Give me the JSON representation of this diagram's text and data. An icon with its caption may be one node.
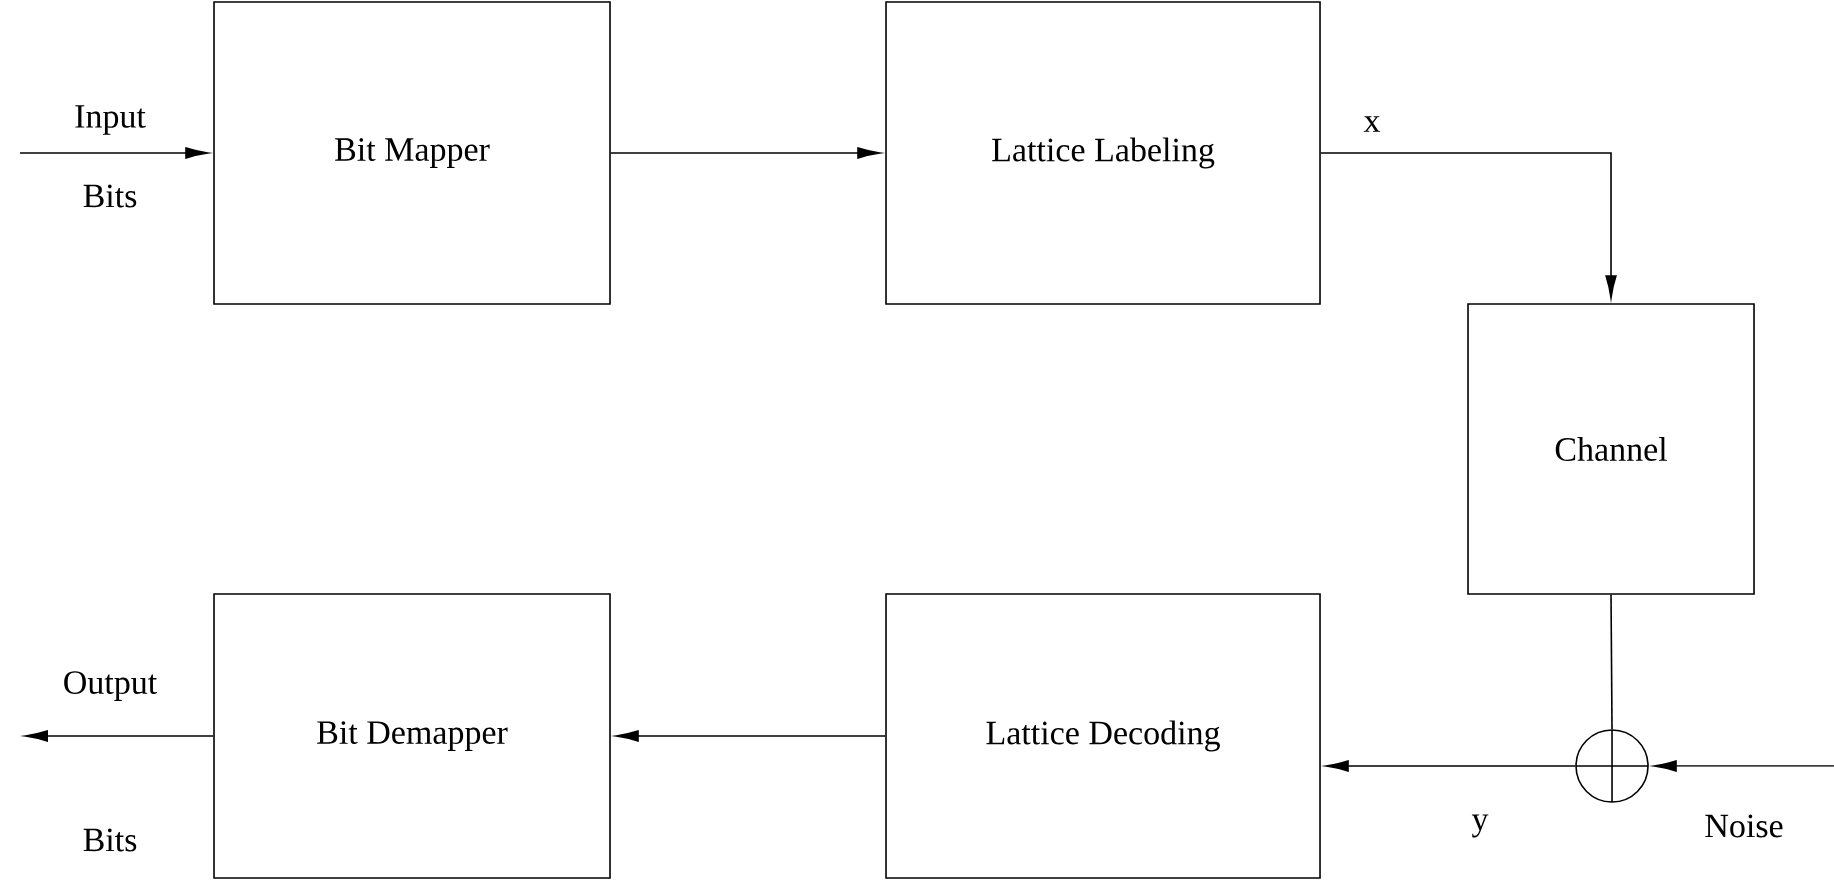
{
  "diagram": {
    "nodes": [
      {
        "text": [
          "Bit Mapper"
        ]
      },
      {
        "text": [
          "Lattice Labeling"
        ]
      },
      {
        "text": [
          "Channel"
        ]
      },
      {
        "text": [
          "Bit Demapper"
        ]
      },
      {
        "text": [
          "Lattice Decoding"
        ]
      },
      {
        "text": [],
        "shape": "circle"
      }
    ],
    "edges": [
      {
        "from": null,
        "to": 0,
        "arrow": "to"
      },
      {
        "from": 0,
        "to": 1,
        "arrow": "to"
      },
      {
        "from": 1,
        "to": 2,
        "arrow": "to",
        "label": "x"
      },
      {
        "from": 2,
        "to": 5,
        "arrow": "none"
      },
      {
        "from": null,
        "to": 5,
        "arrow": "to",
        "label": "Noise"
      },
      {
        "from": 5,
        "to": 4,
        "arrow": "to",
        "label": "y"
      },
      {
        "from": 4,
        "to": 3,
        "arrow": "to"
      },
      {
        "from": 3,
        "to": null,
        "arrow": "to"
      }
    ],
    "labels": [
      "Input",
      "Bits",
      "Output",
      "Bits"
    ]
  }
}
